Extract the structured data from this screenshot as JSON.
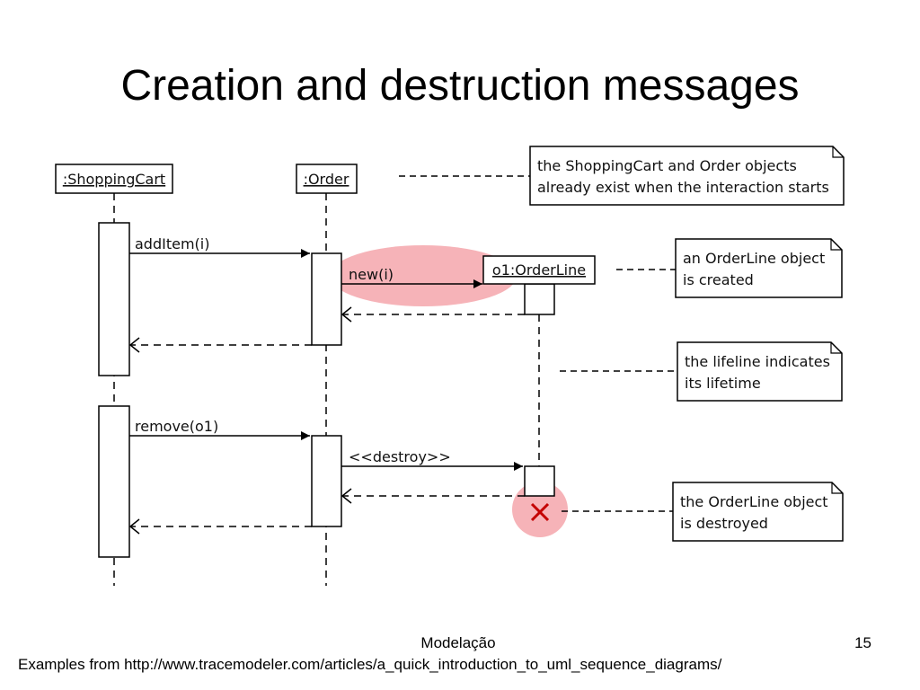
{
  "slide": {
    "title": "Creation and destruction messages",
    "footer_center": "Modelação",
    "page_number": "15",
    "source_note": "Examples from http://www.tracemodeler.com/articles/a_quick_introduction_to_uml_sequence_diagrams/"
  },
  "diagram": {
    "objects": {
      "shopping_cart": ":ShoppingCart",
      "order": ":Order",
      "order_line": "o1:OrderLine"
    },
    "messages": {
      "add_item": "addItem(i)",
      "new": "new(i)",
      "remove": "remove(o1)",
      "destroy": "<<destroy>>"
    },
    "notes": {
      "objects_exist": [
        "the ShoppingCart and Order objects",
        "already exist when the interaction starts"
      ],
      "created": [
        "an OrderLine object",
        "is created"
      ],
      "lifeline": [
        "the lifeline indicates",
        "its lifetime"
      ],
      "destroyed": [
        "the OrderLine object",
        "is destroyed"
      ]
    },
    "highlight_color": "#f4a0a6"
  }
}
